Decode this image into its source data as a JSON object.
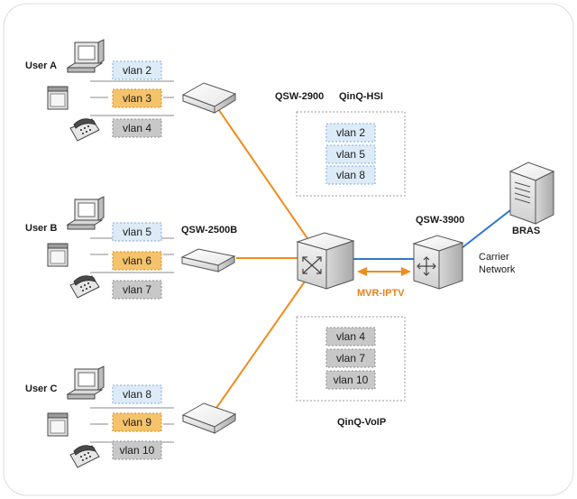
{
  "colors": {
    "vlan_blue_fill": "#dcebf7",
    "vlan_blue_border": "#7fa9d8",
    "vlan_orange_fill": "#f5c36b",
    "vlan_orange_border": "#d88a1c",
    "vlan_gray_fill": "#c8c8c8",
    "vlan_gray_border": "#8c8c8c",
    "orange_link": "#f08c1e",
    "blue_link": "#2f78c6"
  },
  "users": [
    {
      "label": "User A",
      "vlans": [
        "vlan 2",
        "vlan 3",
        "vlan 4"
      ]
    },
    {
      "label": "User B",
      "vlans": [
        "vlan 5",
        "vlan 6",
        "vlan 7"
      ]
    },
    {
      "label": "User C",
      "vlans": [
        "vlan 8",
        "vlan 9",
        "vlan 10"
      ]
    }
  ],
  "labels": {
    "qsw2900": "QSW-2900",
    "qinq_hsi": "QinQ-HSI",
    "qsw2500b": "QSW-2500B",
    "qsw3900": "QSW-3900",
    "bras": "BRAS",
    "carrier_line1": "Carrier",
    "carrier_line2": "Network",
    "mvr_iptv": "MVR-IPTV",
    "qinq_voip": "QinQ-VoIP"
  },
  "hsi_group": [
    "vlan 2",
    "vlan 5",
    "vlan 8"
  ],
  "voip_group": [
    "vlan 4",
    "vlan 7",
    "vlan 10"
  ]
}
